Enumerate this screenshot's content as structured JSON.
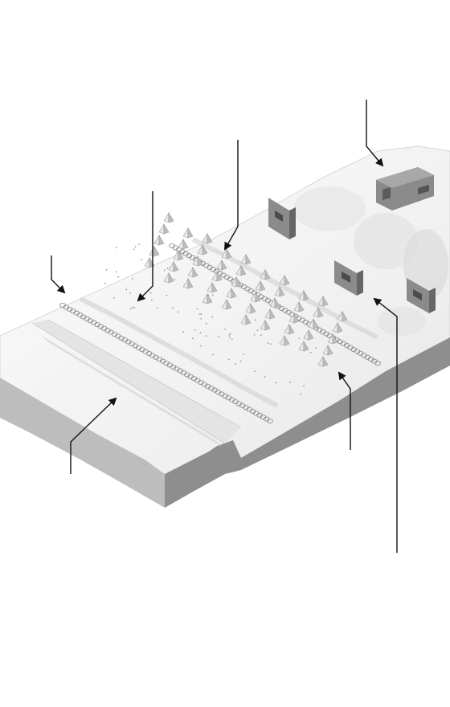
{
  "colors": {
    "background": "#ffffff",
    "terrain_top": "#f3f3f3",
    "terrain_front": "#b9b9b9",
    "terrain_right": "#8f8f8f",
    "trench": "#e2e2e2",
    "bunker": "#7d7d7d",
    "bunker_dark": "#555555",
    "leader_line": "#111111",
    "wire": "#9a9a9a",
    "obstacle": "#cfcfcf"
  },
  "icons": {
    "barbed_wire": "barbed-wire-coil",
    "dragons_teeth": "pyramid-obstacle",
    "mines": "dot-mine",
    "bunker": "concrete-bunker",
    "trench": "anti-tank-ditch"
  }
}
